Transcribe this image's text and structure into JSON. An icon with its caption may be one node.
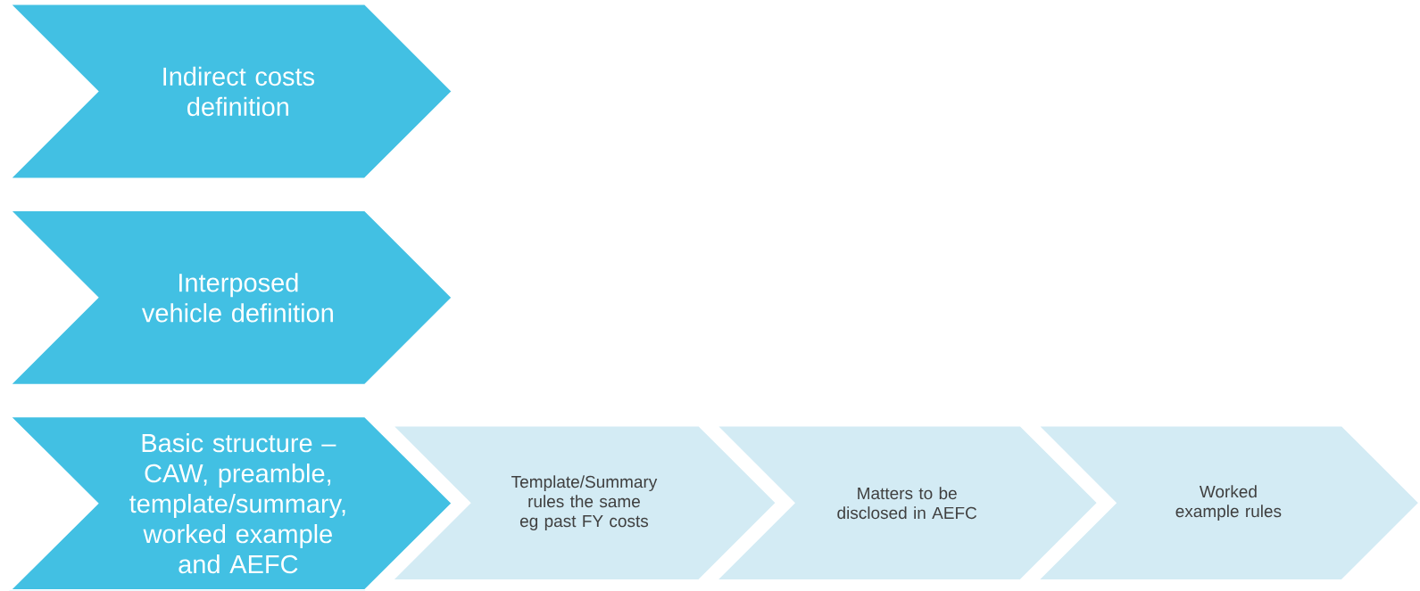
{
  "diagram": {
    "nodes": [
      {
        "text": [
          "Indirect costs definition"
        ]
      },
      {
        "text": [
          "Interposed vehicle definition"
        ]
      },
      {
        "text": [
          "Basic structure – CAW, preamble, template/summary, worked example and AEFC"
        ]
      },
      {
        "text": [
          "Template/Summary rules the same eg past FY costs"
        ]
      },
      {
        "text": [
          "Matters to be disclosed in AEFC"
        ]
      },
      {
        "text": [
          "Worked example rules"
        ]
      }
    ]
  }
}
